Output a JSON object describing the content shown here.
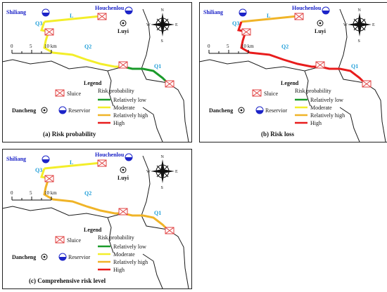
{
  "colors": {
    "relatively_low": "#1a9a2a",
    "moderate": "#f3ee2a",
    "relatively_high": "#f0b428",
    "high": "#e81c1c",
    "place_label": "#1c24c8",
    "segment_label": "#1f9ed8",
    "sluice": "#e04040",
    "boundary": "#1a1a1a"
  },
  "places": {
    "shiliang": "Shiliang",
    "houchenlou": "Houchenlou",
    "luyi": "Luyi",
    "dancheng": "Dancheng"
  },
  "segments": {
    "q1": "Q1",
    "q2": "Q2",
    "q3": "Q3",
    "l": "L"
  },
  "compass": {
    "n": "N",
    "s": "S",
    "e": "E",
    "w": "W"
  },
  "scalebar": {
    "t0": "0",
    "t1": "5",
    "t2": "10 km"
  },
  "legend": {
    "title": "Legend",
    "sluice": "Sluice",
    "reservior": "Reservior",
    "risk_probability": "Risk probability",
    "relatively_low": "Relatively low",
    "moderate": "Moderate",
    "relatively_high": "Relatively high",
    "high": "High"
  },
  "panels": [
    {
      "caption": "(a) Risk probability",
      "seg_colors": {
        "l": "relatively_low_moderate",
        "q3": "moderate",
        "q2": "moderate",
        "q1": "relatively_low"
      }
    },
    {
      "caption": "(b) Risk loss",
      "seg_colors": {
        "l": "relatively_high",
        "q3": "high",
        "q2": "high",
        "q1": "high"
      }
    },
    {
      "caption": "(c) Comprehensive risk level",
      "seg_colors": {
        "l": "moderate",
        "q3": "moderate",
        "q2": "relatively_high",
        "q1": "relatively_high"
      }
    }
  ]
}
